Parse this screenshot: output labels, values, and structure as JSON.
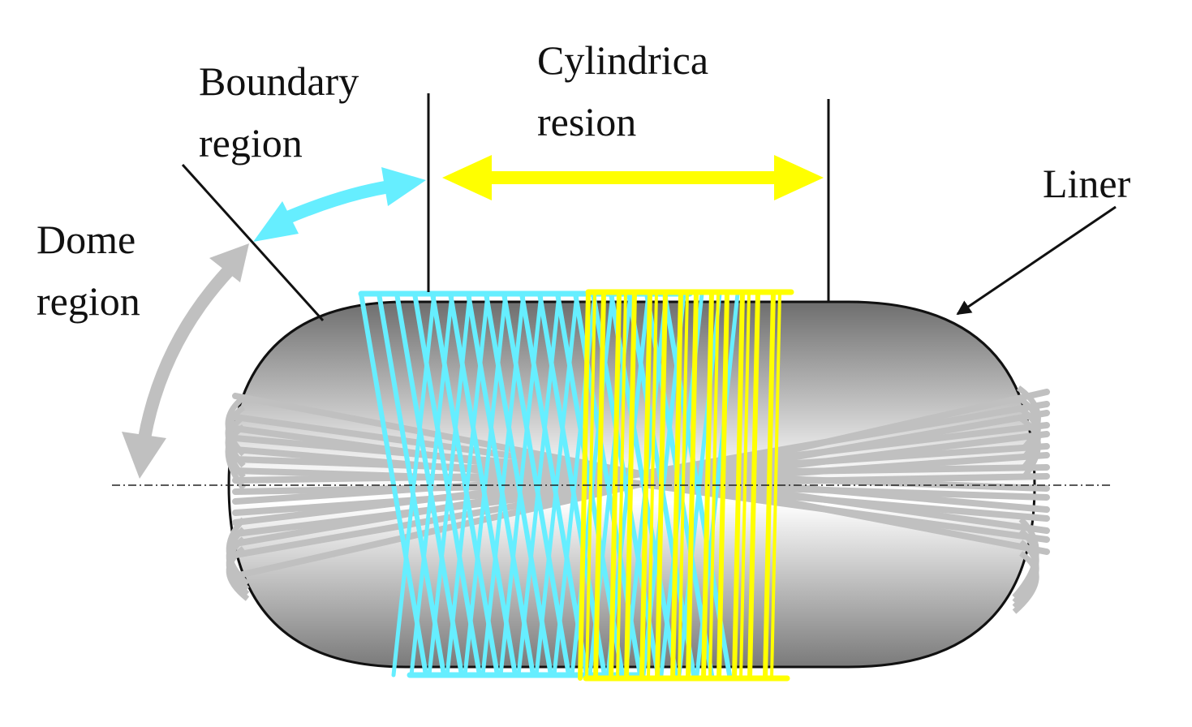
{
  "labels": {
    "boundary_line1": "Boundary",
    "boundary_line2": "region",
    "cylindrical_line1": "Cylindrica",
    "cylindrical_line2": "resion",
    "dome_line1": "Dome",
    "dome_line2": "region",
    "liner": "Liner"
  },
  "colors": {
    "cylindrical_winding": "#ffff00",
    "boundary_winding": "#66eeff",
    "dome_winding": "#c0c0c0",
    "liner_dark": "#7a7a7a",
    "liner_light": "#ffffff",
    "outline": "#111111"
  }
}
